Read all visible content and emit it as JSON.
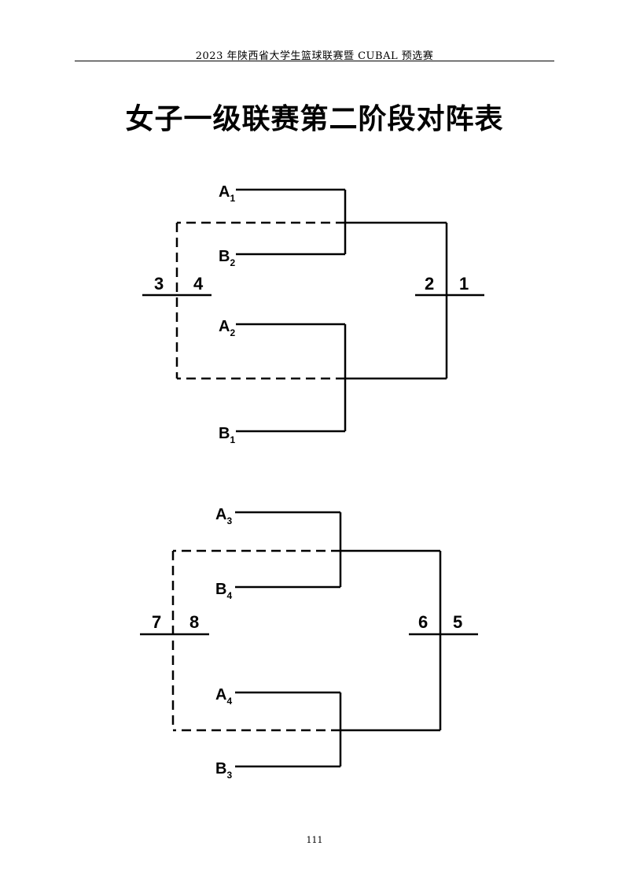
{
  "header": {
    "text": "2023 年陕西省大学生篮球联赛暨 CUBAL 预选赛"
  },
  "title": "女子一级联赛第二阶段对阵表",
  "brackets": [
    {
      "teams": [
        {
          "letter": "A",
          "sub": "1"
        },
        {
          "letter": "B",
          "sub": "2"
        },
        {
          "letter": "A",
          "sub": "2"
        },
        {
          "letter": "B",
          "sub": "1"
        }
      ],
      "final_places": [
        "2",
        "1"
      ],
      "third_places": [
        "3",
        "4"
      ]
    },
    {
      "teams": [
        {
          "letter": "A",
          "sub": "3"
        },
        {
          "letter": "B",
          "sub": "4"
        },
        {
          "letter": "A",
          "sub": "4"
        },
        {
          "letter": "B",
          "sub": "3"
        }
      ],
      "final_places": [
        "6",
        "5"
      ],
      "third_places": [
        "7",
        "8"
      ]
    }
  ],
  "page_number": "111"
}
